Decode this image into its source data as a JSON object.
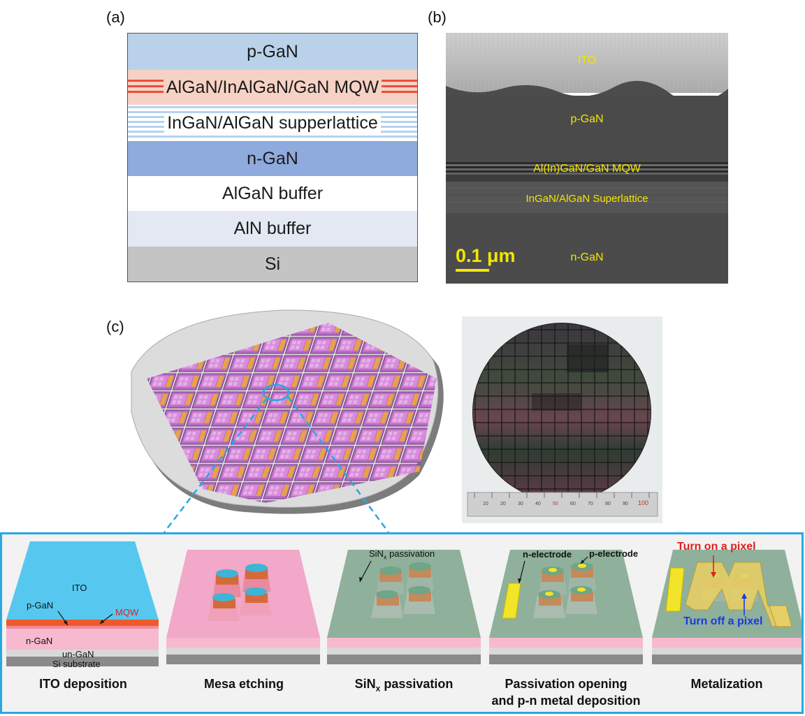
{
  "panel_a": {
    "label": "(a)",
    "layers": [
      {
        "name": "p-GaN",
        "color": "#b9d2ea"
      },
      {
        "name": "AlGaN/InAlGaN/GaN MQW",
        "color": "#f6d2c4",
        "stripe_color": "#ec4f3a"
      },
      {
        "name": "InGaN/AlGaN supperlattice",
        "color": "#ffffff",
        "stripe_color": "#b4d3f0"
      },
      {
        "name": "n-GaN",
        "color": "#8faadc"
      },
      {
        "name": "AlGaN buffer",
        "color": "#ffffff"
      },
      {
        "name": "AlN buffer",
        "color": "#e3e8f2"
      },
      {
        "name": "Si",
        "color": "#c4c4c4"
      }
    ]
  },
  "panel_b": {
    "label": "(b)",
    "labels": [
      "ITO",
      "p-GaN",
      "Al(In)GaN/GaN MQW",
      "InGaN/AlGaN Superlattice",
      "n-GaN"
    ],
    "scale_bar": "0.1 μm",
    "label_color": "#f2e600"
  },
  "panel_c": {
    "label": "(c)",
    "ruler_numbers": [
      "10",
      "20",
      "30",
      "40",
      "50",
      "60",
      "70",
      "80",
      "90",
      "100"
    ],
    "steps": [
      {
        "caption": "ITO deposition",
        "annotations": [
          "ITO",
          "p-GaN",
          "MQW",
          "n-GaN",
          "un-GaN",
          "Si substrate"
        ]
      },
      {
        "caption": "Mesa etching",
        "annotations": []
      },
      {
        "caption_main": "SiN",
        "caption_sub": "x",
        "caption_rest": " passivation",
        "annotation_main": "SiN",
        "annotation_sub": "x",
        "annotation_rest": " passivation"
      },
      {
        "caption_line1": "Passivation opening",
        "caption_line2": "and p-n metal deposition",
        "annotations": [
          "n-electrode",
          "p-electrode"
        ]
      },
      {
        "caption": "Metalization",
        "annotations": [
          "Turn on a pixel",
          "Turn off a pixel"
        ]
      }
    ],
    "colors": {
      "ito": "#56c8f0",
      "mqw": "#ee5a2a",
      "ngan": "#f6b9cf",
      "passivation": "#8fb09a",
      "metal": "#e8dc2c",
      "border": "#29a8e0"
    }
  }
}
